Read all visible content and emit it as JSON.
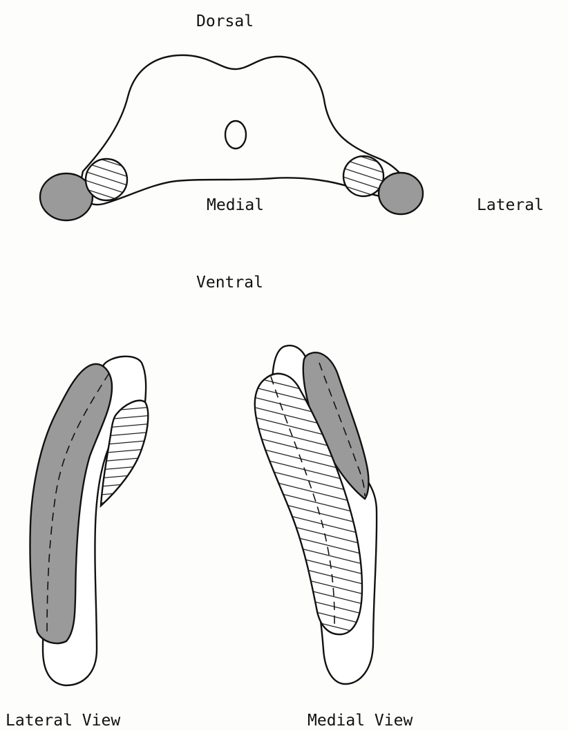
{
  "labels": {
    "dorsal": "Dorsal",
    "medial": "Medial",
    "lateral": "Lateral",
    "ventral": "Ventral",
    "lateral_view": "Lateral View",
    "medial_view": "Medial View"
  },
  "colors": {
    "outline": "#111111",
    "shaded_fill": "#9a9a9a",
    "background": "#fdfdfb"
  }
}
